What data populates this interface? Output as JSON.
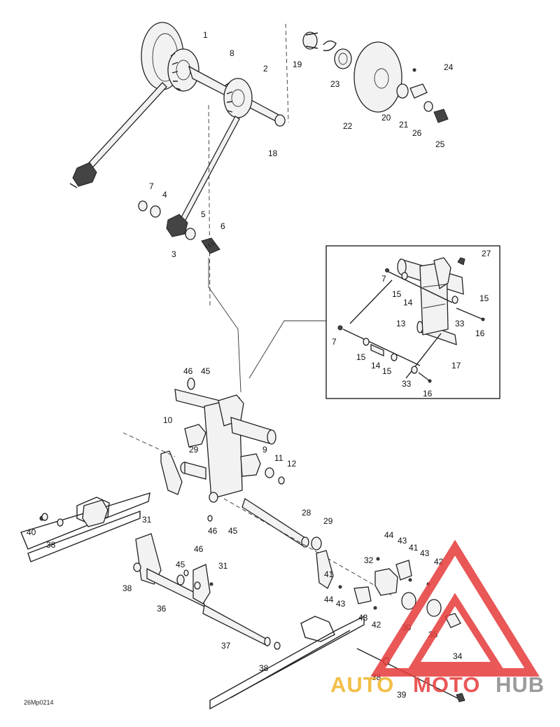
{
  "diagram": {
    "drawing_code": "26Mp0214",
    "callouts": [
      {
        "n": "1"
      },
      {
        "n": "8"
      },
      {
        "n": "2"
      },
      {
        "n": "18"
      },
      {
        "n": "19"
      },
      {
        "n": "23"
      },
      {
        "n": "22"
      },
      {
        "n": "20"
      },
      {
        "n": "21"
      },
      {
        "n": "26"
      },
      {
        "n": "25"
      },
      {
        "n": "24"
      },
      {
        "n": "7"
      },
      {
        "n": "4"
      },
      {
        "n": "5"
      },
      {
        "n": "6"
      },
      {
        "n": "3"
      },
      {
        "n": "27"
      },
      {
        "n": "7"
      },
      {
        "n": "15"
      },
      {
        "n": "14"
      },
      {
        "n": "15"
      },
      {
        "n": "33"
      },
      {
        "n": "16"
      },
      {
        "n": "13"
      },
      {
        "n": "7"
      },
      {
        "n": "15"
      },
      {
        "n": "14"
      },
      {
        "n": "15"
      },
      {
        "n": "17"
      },
      {
        "n": "33"
      },
      {
        "n": "16"
      },
      {
        "n": "46"
      },
      {
        "n": "45"
      },
      {
        "n": "10"
      },
      {
        "n": "29"
      },
      {
        "n": "9"
      },
      {
        "n": "11"
      },
      {
        "n": "12"
      },
      {
        "n": "46"
      },
      {
        "n": "45"
      },
      {
        "n": "28"
      },
      {
        "n": "29"
      },
      {
        "n": "40"
      },
      {
        "n": "38"
      },
      {
        "n": "31"
      },
      {
        "n": "46"
      },
      {
        "n": "45"
      },
      {
        "n": "31"
      },
      {
        "n": "38"
      },
      {
        "n": "36"
      },
      {
        "n": "37"
      },
      {
        "n": "38"
      },
      {
        "n": "44"
      },
      {
        "n": "43"
      },
      {
        "n": "41"
      },
      {
        "n": "32"
      },
      {
        "n": "43"
      },
      {
        "n": "42"
      },
      {
        "n": "41"
      },
      {
        "n": "44"
      },
      {
        "n": "43"
      },
      {
        "n": "43"
      },
      {
        "n": "42"
      },
      {
        "n": "30"
      },
      {
        "n": "35"
      },
      {
        "n": "34"
      },
      {
        "n": "38"
      },
      {
        "n": "39"
      }
    ]
  },
  "watermark": {
    "brand_auto": "AUTO",
    "brand_moto": "MOTO",
    "brand_hub": "HUB",
    "color_red": "#e63a3a",
    "color_orange": "#f0b429",
    "color_grey": "#8a8a8a"
  }
}
